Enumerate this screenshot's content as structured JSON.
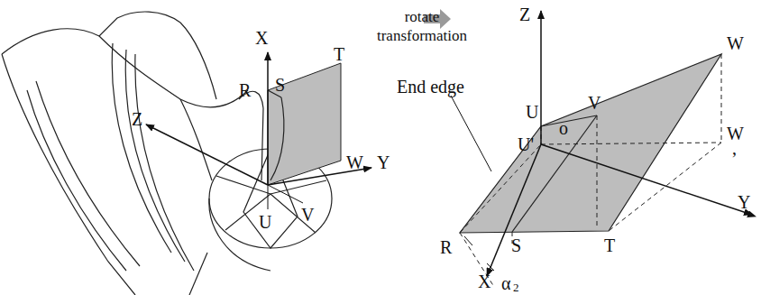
{
  "diagram": {
    "labels": [
      "X",
      "R",
      "S",
      "T",
      "Z",
      "W",
      "Y",
      "U",
      "V",
      "rotate transformation",
      "Z",
      "W",
      "V",
      "U",
      "o",
      "U'",
      "W",
      ",",
      "Y",
      "End edge",
      "R",
      "S",
      "T",
      "X",
      "α",
      "2"
    ]
  }
}
